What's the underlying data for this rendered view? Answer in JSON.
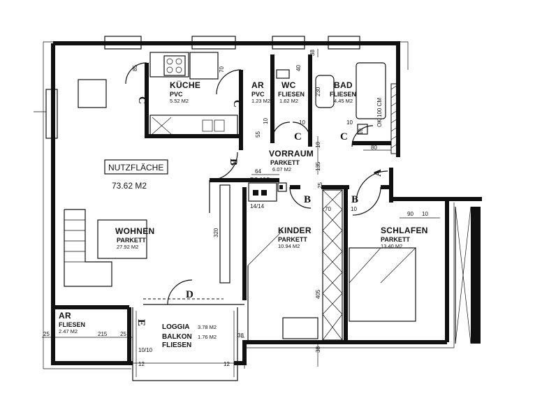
{
  "rooms": {
    "kueche": {
      "name": "KÜCHE",
      "floor": "PVC",
      "area": "5.52 M2"
    },
    "ar_top": {
      "name": "AR",
      "floor": "PVC",
      "area": "1.23 M2"
    },
    "wc": {
      "name": "WC",
      "floor": "FLIESEN",
      "area": "1.62 M2"
    },
    "bad": {
      "name": "BAD",
      "floor": "FLIESEN",
      "area": "4.45 M2"
    },
    "vorraum": {
      "name": "VORRAUM",
      "floor": "PARKETT",
      "area": "6.07 M2"
    },
    "wohnen": {
      "name": "WOHNEN",
      "floor": "PARKETT",
      "area": "27.92 M2"
    },
    "kinder": {
      "name": "KINDER",
      "floor": "PARKETT",
      "area": "10.94 M2"
    },
    "schlafen": {
      "name": "SCHLAFEN",
      "floor": "PARKETT",
      "area": "13.40 M2"
    },
    "ar_bottom": {
      "name": "AR",
      "floor": "FLIESEN",
      "area": "2.47 M2"
    },
    "loggia": {
      "name": "LOGGIA",
      "area": "3.78 M2"
    },
    "balkon": {
      "name": "BALKON",
      "floor": "FLIESEN",
      "area": "1.76 M2"
    }
  },
  "nutzflaeche": {
    "label": "NUTZFLÄCHE",
    "value": "73.62 M2"
  },
  "meter": {
    "label": "EG 10G",
    "number": "14/14"
  },
  "door_marks": {
    "A": "A",
    "B": "B",
    "C": "C",
    "D": "D",
    "E": "E"
  },
  "dimensions": {
    "d85": "85",
    "d70": "70",
    "d38": "38",
    "d40": "40",
    "d230": "230",
    "d100cm": "100 CM",
    "dok": "OK",
    "d55": "55",
    "d10": "10",
    "d80": "80",
    "d64": "64",
    "d135": "135",
    "d320": "320",
    "d90": "90",
    "d405": "405",
    "d25": "25",
    "d215": "215",
    "d12": "12",
    "d1010": "10/10"
  }
}
